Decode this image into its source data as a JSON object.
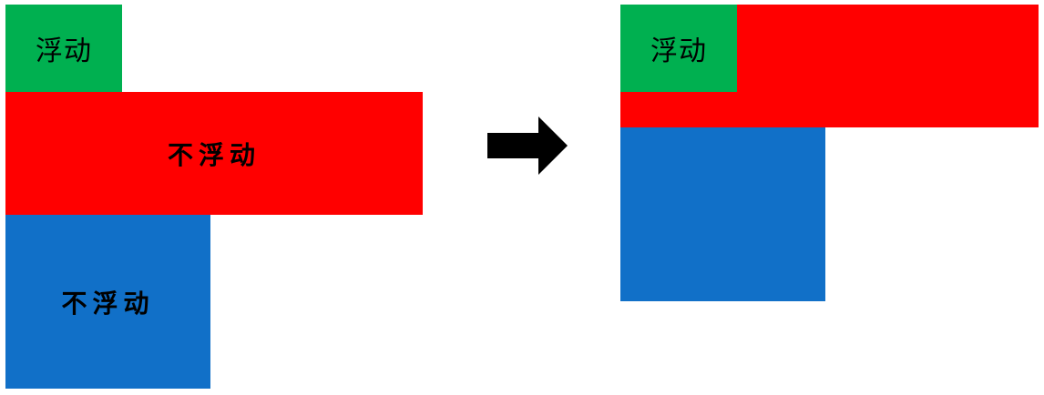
{
  "colors": {
    "float_box": "#00b050",
    "non_float_box_1": "#ff0000",
    "non_float_box_2": "#1170c8",
    "arrow": "#000000"
  },
  "before": {
    "float_label": "浮动",
    "non_float_label_1": "不浮动",
    "non_float_label_2": "不浮动"
  },
  "after": {
    "float_label": "浮动",
    "non_float_label_1": "",
    "non_float_label_2": ""
  },
  "arrow_icon": "right-arrow-icon"
}
